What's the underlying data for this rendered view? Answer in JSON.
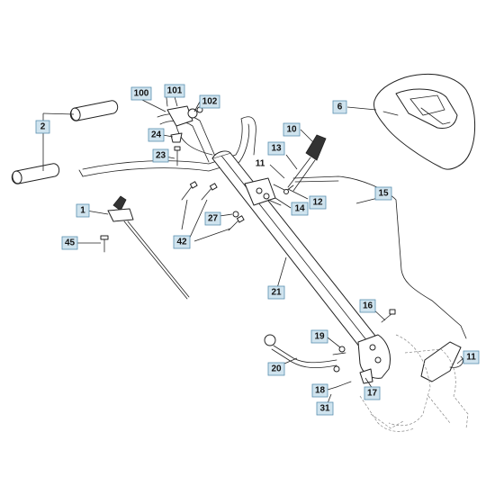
{
  "callouts": {
    "c1": "1",
    "c2": "2",
    "c6": "6",
    "c10": "10",
    "c11a": "11",
    "c11b": "11",
    "c12": "12",
    "c13": "13",
    "c14": "14",
    "c15": "15",
    "c16": "16",
    "c17": "17",
    "c18": "18",
    "c19": "19",
    "c20": "20",
    "c21": "21",
    "c23": "23",
    "c24": "24",
    "c27": "27",
    "c31": "31",
    "c42": "42",
    "c45": "45",
    "c100": "100",
    "c101": "101",
    "c102": "102"
  }
}
